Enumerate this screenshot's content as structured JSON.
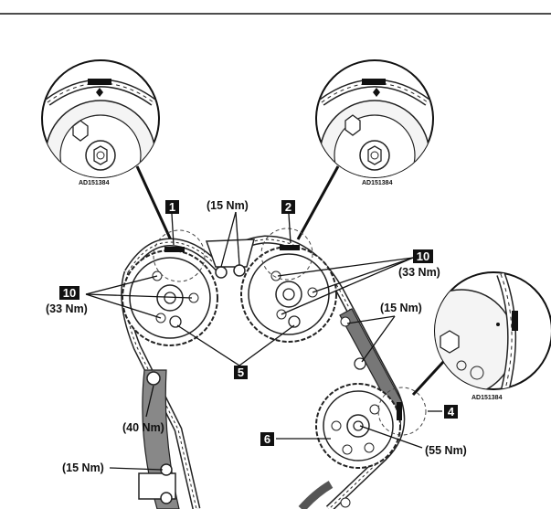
{
  "labels": {
    "cam_left": "1",
    "cam_right": "2",
    "tensioner_callout": "4",
    "bolts_bottom": "5",
    "crank_sprocket": "6",
    "bolts_left": "10",
    "bolts_right": "10"
  },
  "torques": {
    "guide_top": "(15 Nm)",
    "bolts_left": "(33 Nm)",
    "bolts_right": "(33 Nm)",
    "guide_right": "(15 Nm)",
    "tensioner_pivot": "(40 Nm)",
    "crank_bolt": "(55 Nm)",
    "lower_left": "(15 Nm)"
  },
  "figure_codes": {
    "detail_left": "AD151384",
    "detail_right": "AD151384",
    "detail_crank": "AD151384"
  },
  "icons": [
    "timing-chain",
    "camshaft-sprocket",
    "crankshaft-sprocket",
    "chain-tensioner",
    "chain-guide",
    "detail-magnifier"
  ]
}
